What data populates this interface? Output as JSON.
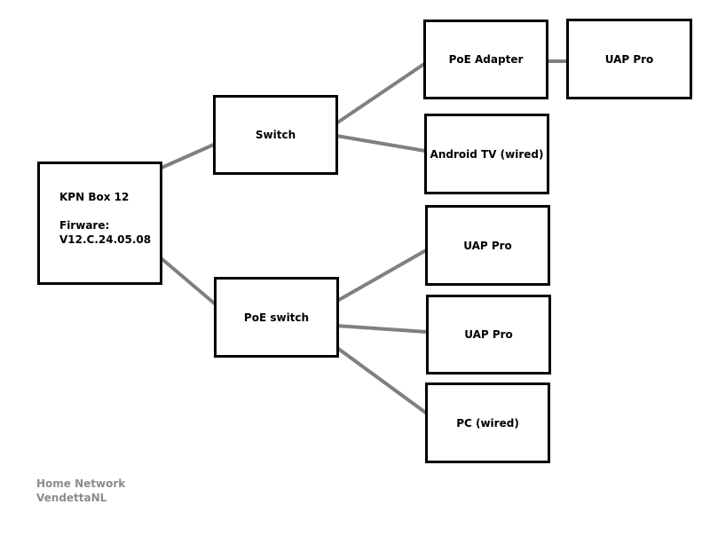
{
  "nodes": {
    "kpn_box": {
      "name": "KPN Box 12",
      "firmware_label": "Firware:",
      "firmware": "V12.C.24.05.08"
    },
    "switch": {
      "label": "Switch"
    },
    "poe_switch": {
      "label": "PoE switch"
    },
    "poe_adapter": {
      "label": "PoE Adapter"
    },
    "uap_pro_top": {
      "label": "UAP Pro"
    },
    "android_tv": {
      "label": "Android TV (wired)"
    },
    "uap_pro_1": {
      "label": "UAP Pro"
    },
    "uap_pro_2": {
      "label": "UAP Pro"
    },
    "pc": {
      "label": "PC (wired)"
    }
  },
  "caption": {
    "title": "Home Network",
    "author": "VendettaNL"
  },
  "colors": {
    "line": "#808080",
    "border": "#000000",
    "caption": "#8c8c8c"
  }
}
